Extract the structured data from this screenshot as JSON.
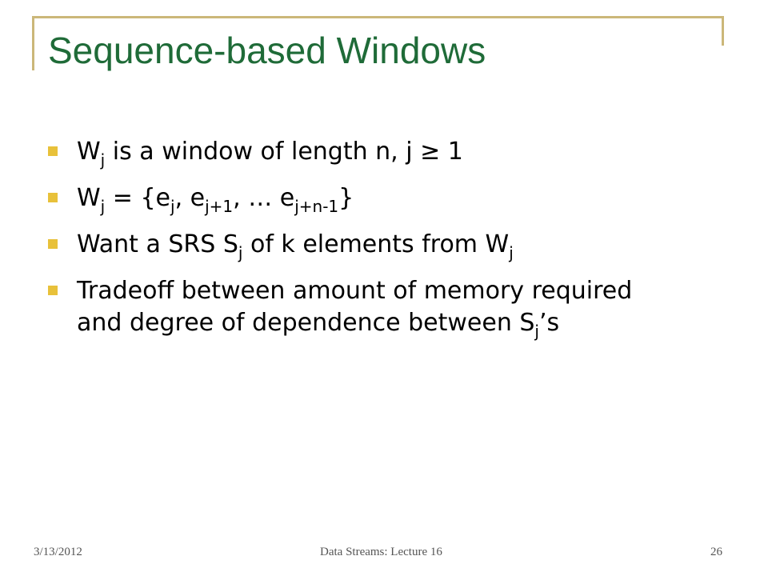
{
  "slide": {
    "title": "Sequence-based Windows",
    "bullet_color": "#e8c13a",
    "title_color": "#1f6b38",
    "frame_color": "#cbb779",
    "bullets": [
      {
        "parts": [
          "W",
          "j",
          " is a window of length n, j ≥ 1"
        ]
      },
      {
        "parts": [
          "W",
          "j",
          " = {e",
          "j",
          ", e",
          "j+1",
          ", … e",
          "j+n-1",
          "}"
        ]
      },
      {
        "parts": [
          "Want a SRS S",
          "j",
          " of k elements from W",
          "j"
        ]
      },
      {
        "parts": [
          "Tradeoff between amount of memory required and degree of dependence between S",
          "j",
          "’s"
        ]
      }
    ]
  },
  "footer": {
    "date": "3/13/2012",
    "center": "Data Streams: Lecture 16",
    "page": "26"
  }
}
